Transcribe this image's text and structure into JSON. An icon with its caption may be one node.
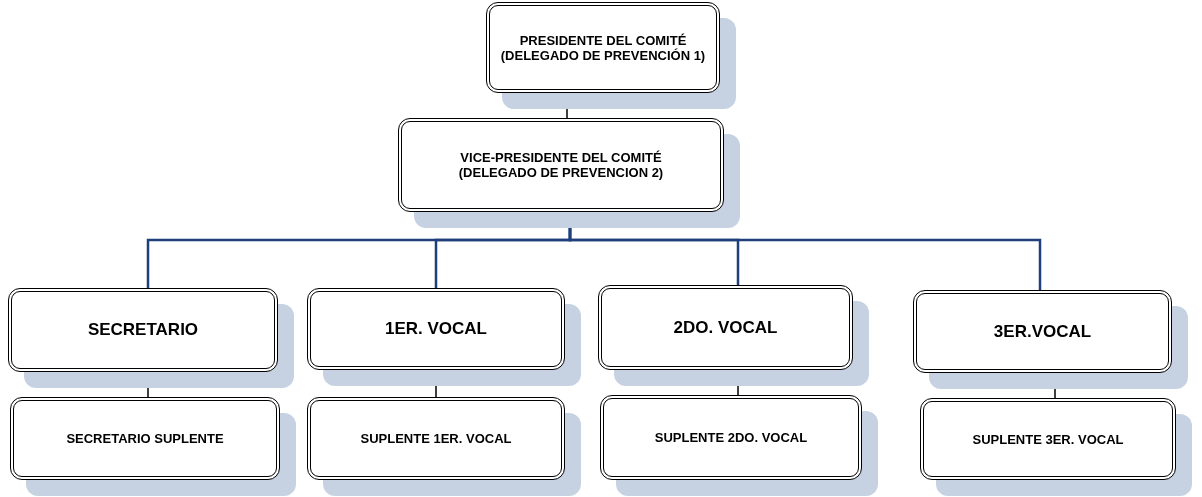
{
  "diagram": {
    "nodes": [
      {
        "text": [
          "PRESIDENTE DEL COMITÉ (DELEGADO DE PREVENCIÓN 1)"
        ]
      },
      {
        "text": [
          "VICE-PRESIDENTE DEL COMITÉ (DELEGADO DE PREVENCION 2)"
        ]
      },
      {
        "text": [
          "SECRETARIO"
        ]
      },
      {
        "text": [
          "1ER. VOCAL"
        ]
      },
      {
        "text": [
          "2DO. VOCAL"
        ]
      },
      {
        "text": [
          "3ER.VOCAL"
        ]
      },
      {
        "text": [
          "SECRETARIO SUPLENTE"
        ]
      },
      {
        "text": [
          "SUPLENTE 1ER. VOCAL"
        ]
      },
      {
        "text": [
          "SUPLENTE 2DO. VOCAL"
        ]
      },
      {
        "text": [
          "SUPLENTE 3ER. VOCAL"
        ]
      }
    ],
    "edges": [
      {
        "from": 0,
        "to": 1,
        "arrow": "none"
      },
      {
        "from": 1,
        "to": 2,
        "arrow": "none",
        "color": "#1f3f7a"
      },
      {
        "from": 1,
        "to": 3,
        "arrow": "none",
        "color": "#1f3f7a"
      },
      {
        "from": 1,
        "to": 4,
        "arrow": "none",
        "color": "#1f3f7a"
      },
      {
        "from": 1,
        "to": 5,
        "arrow": "none",
        "color": "#1f3f7a"
      },
      {
        "from": 2,
        "to": 6,
        "arrow": "none"
      },
      {
        "from": 3,
        "to": 7,
        "arrow": "none"
      },
      {
        "from": 4,
        "to": 8,
        "arrow": "none"
      },
      {
        "from": 5,
        "to": 9,
        "arrow": "none"
      }
    ]
  }
}
